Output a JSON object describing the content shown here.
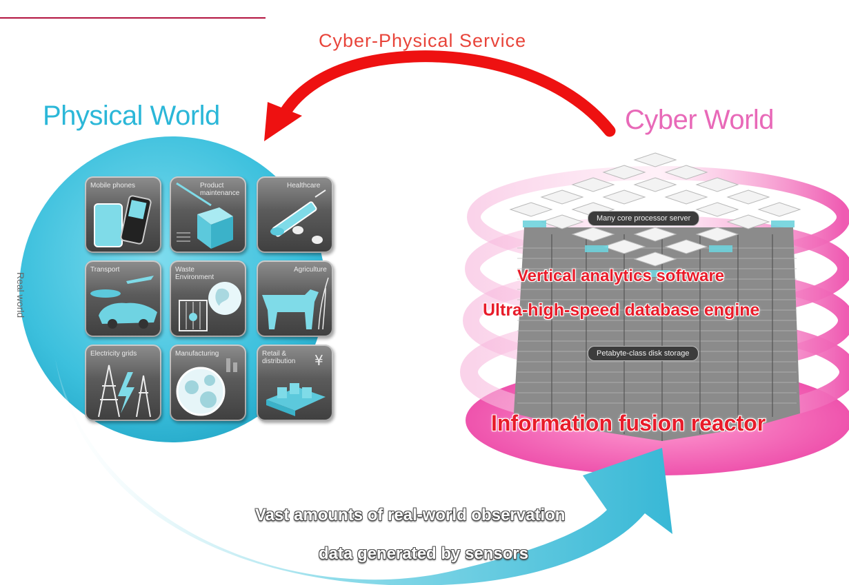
{
  "service_label": "Cyber-Physical  Service",
  "physical_title": "Physical World",
  "cyber_title": "Cyber World",
  "real_world_label": "Real world",
  "tiles": [
    {
      "label": "Mobile phones",
      "icon": "phone-icon"
    },
    {
      "label": "Product\nmaintenance",
      "icon": "box-icon"
    },
    {
      "label": "Healthcare",
      "icon": "syringe-icon"
    },
    {
      "label": "Transport",
      "icon": "car-plane-icon"
    },
    {
      "label": "Waste\nEnvironment",
      "icon": "globe-bin-icon"
    },
    {
      "label": "Agriculture",
      "icon": "cow-icon"
    },
    {
      "label": "Electricity grids",
      "icon": "power-tower-icon"
    },
    {
      "label": "Manufacturing",
      "icon": "gear-factory-icon"
    },
    {
      "label": "Retail &\ndistribution",
      "icon": "yen-store-icon"
    }
  ],
  "server": {
    "top_label": "Many core processor server",
    "storage_label": "Petabyte-class disk storage",
    "line1": "Vertical analytics software",
    "line2": "Ultra-high-speed database engine",
    "reactor": "Information fusion reactor"
  },
  "flow_text": {
    "line1": "Vast amounts of real-world observation",
    "line2": "data generated by sensors"
  },
  "colors": {
    "physical": "#2bb7d8",
    "cyber": "#e869b8",
    "arrow": "#ee1111",
    "reactor_text": "#e81c2a"
  }
}
